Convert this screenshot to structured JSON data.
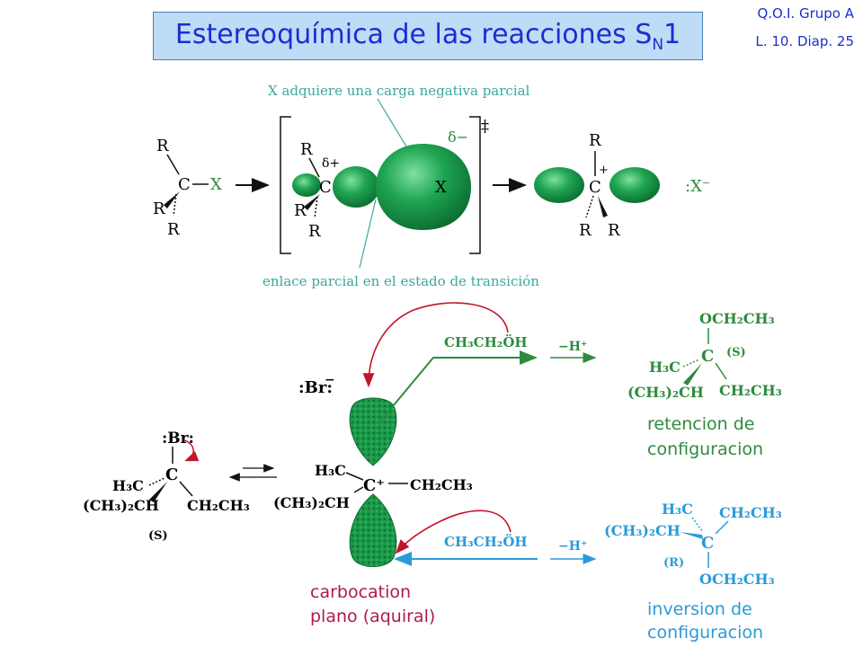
{
  "header": {
    "title_main": "Estereoquímica de las reacciones S",
    "title_sub": "N",
    "title_end": "1",
    "ref_line1": "Q.O.I. Grupo A",
    "ref_line2": "L. 10. Diap. 25"
  },
  "top_scheme": {
    "annotation_top": "X adquiere una carga negativa parcial",
    "annotation_bottom": "enlace parcial en el estado de transición",
    "substituent": "R",
    "carbon": "C",
    "leaving_group": "X",
    "delta_plus": "δ+",
    "delta_minus": "δ−",
    "double_dagger": "‡",
    "plus": "+",
    "anion": ":X⁻"
  },
  "bottom_scheme": {
    "bromide": ":Br:",
    "bromide_charge": "−",
    "start_config": "(S)",
    "nucleophile": "CH₃CH₂ÖH",
    "deprotonation": "−H⁺",
    "group_h3c": "H₃C",
    "group_ch2ch3": "CH₂CH₃",
    "group_ch3_2ch": "(CH₃)₂CH",
    "group_och2ch3": "OCH₂CH₃",
    "carbon": "C",
    "cation_carbon": "C⁺",
    "product_retention_config": "(S)",
    "product_inversion_config": "(R)",
    "retention_line1": "retencion de",
    "retention_line2": "configuracion",
    "inversion_line1": "inversion de",
    "inversion_line2": "configuracion",
    "carbocation_line1": "carbocation",
    "carbocation_line2": "plano (aquiral)"
  },
  "colors": {
    "title_text": "#1a2fd0",
    "title_box": "#bedcf5",
    "orbital_green": "#1e9a4c",
    "green_text": "#2e8b3e",
    "blue_text": "#2b9ad8",
    "red_arrow": "#c0152a",
    "annotation": "#3aa7a0",
    "carbocation_label": "#b01a4a"
  }
}
